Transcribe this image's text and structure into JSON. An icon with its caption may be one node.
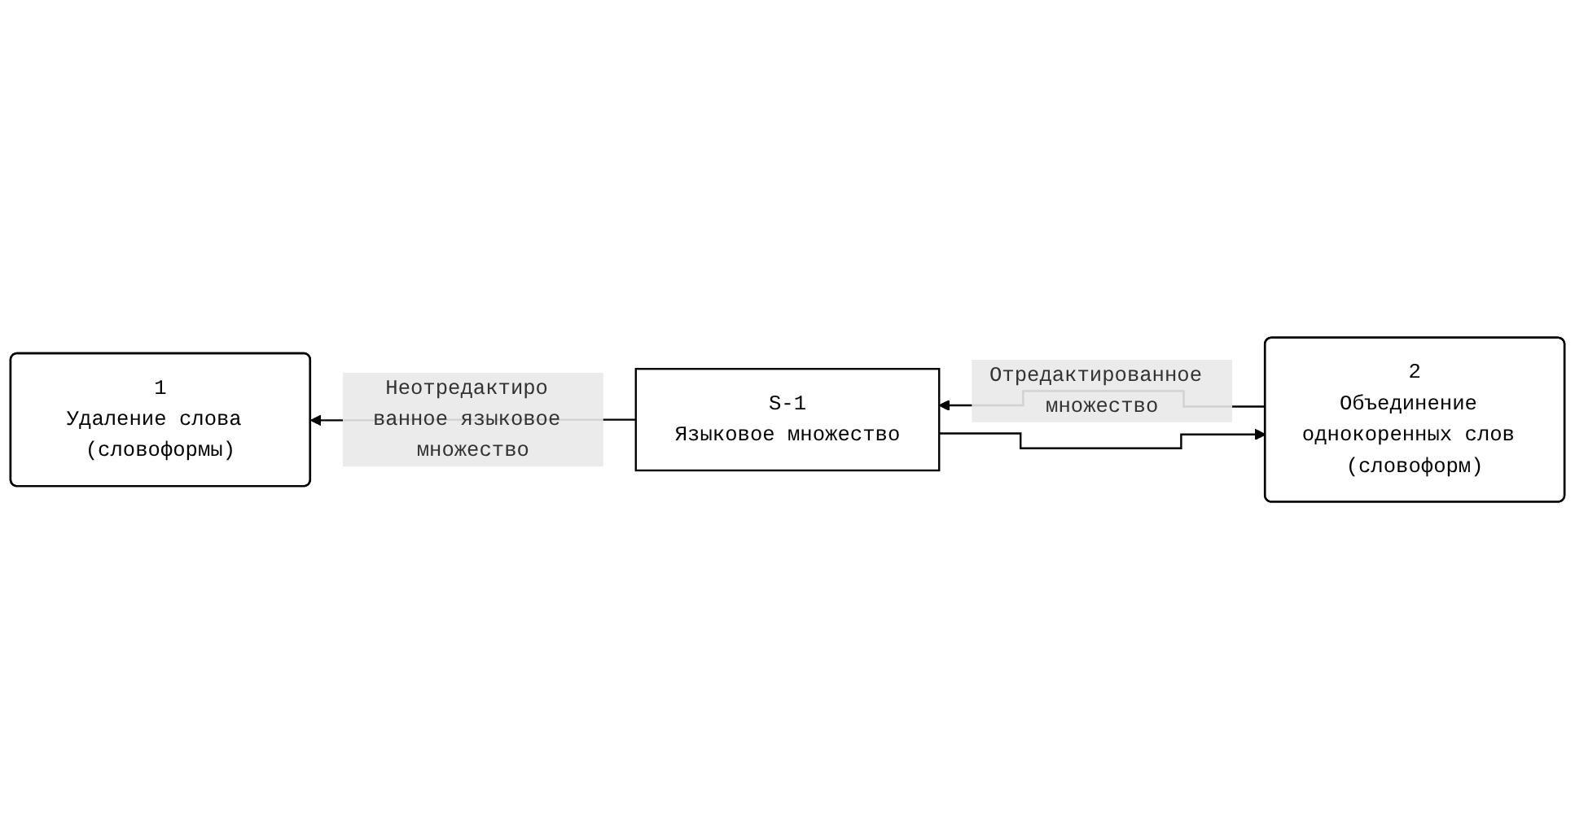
{
  "diagram": {
    "nodes": [
      {
        "text": [
          "1",
          "Удаление слова (словоформы)"
        ]
      },
      {
        "text": [
          "2",
          "Объединение однокоренных слов (словоформ)"
        ]
      },
      {
        "text": [
          "S-1",
          "Языковое множество"
        ]
      }
    ],
    "edges": [
      {
        "from": 2,
        "to": 0,
        "arrow": "to",
        "label": "Неотредактиро ванное языковое множество"
      },
      {
        "from": 2,
        "to": 1,
        "arrow": "to"
      },
      {
        "from": 1,
        "to": 2,
        "arrow": "to",
        "label": "Отредактированное множество"
      }
    ]
  }
}
